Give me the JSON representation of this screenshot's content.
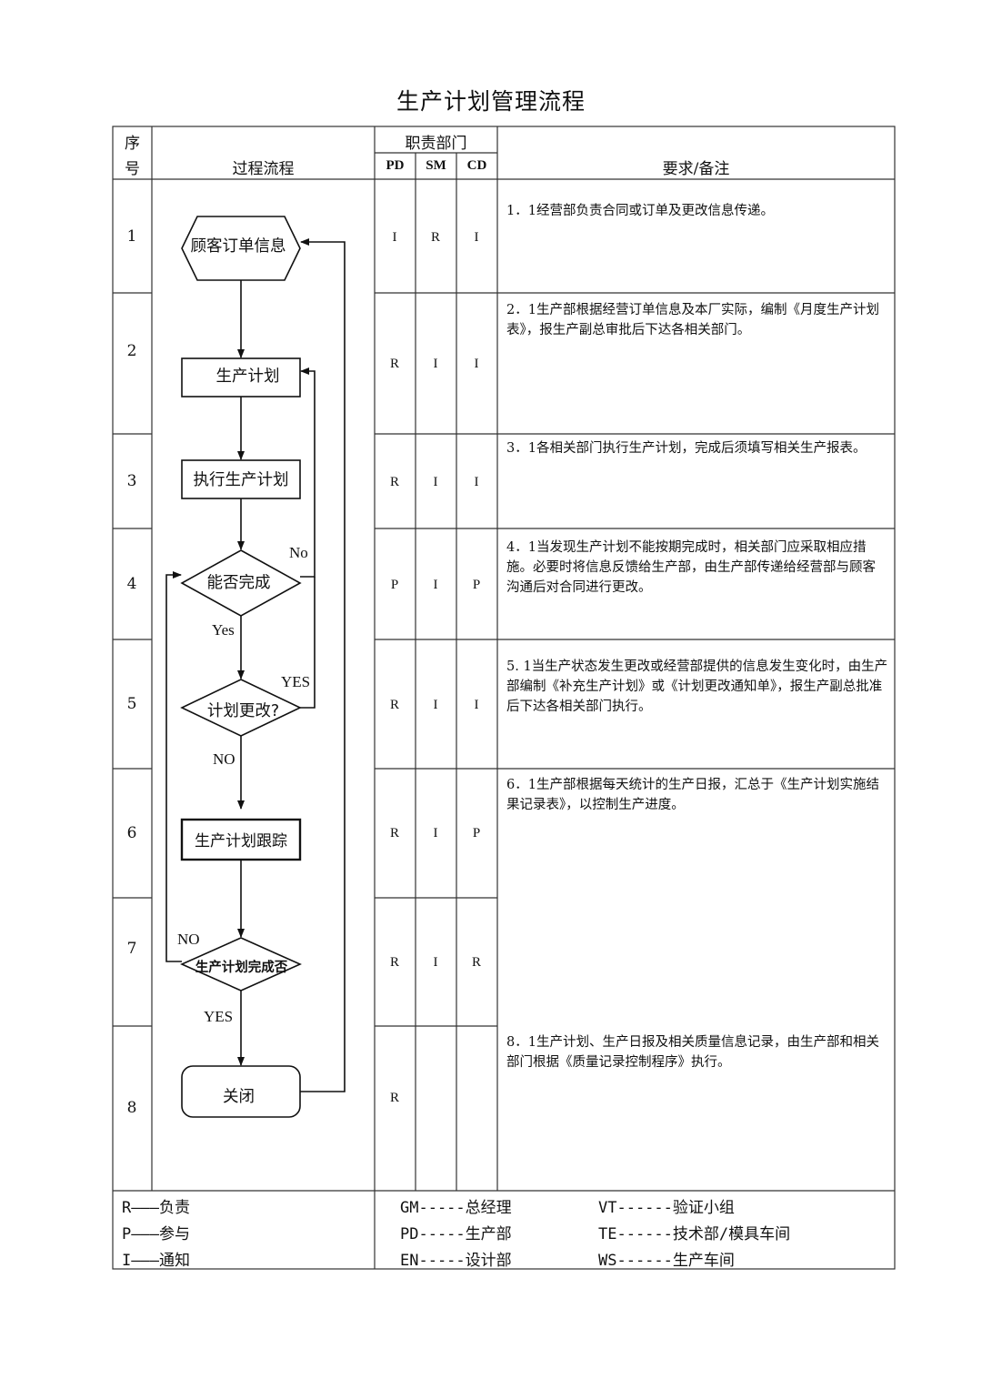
{
  "title": "生产计划管理流程",
  "header": {
    "seq_line1": "序",
    "seq_line2": "号",
    "process": "过程流程",
    "dept": "职责部门",
    "pd": "PD",
    "sm": "SM",
    "cd": "CD",
    "notes": "要求/备注"
  },
  "rows": [
    {
      "num": "1",
      "pd": "I",
      "sm": "R",
      "cd": "I",
      "note": "1．1经营部负责合同或订单及更改信息传递。"
    },
    {
      "num": "2",
      "pd": "R",
      "sm": "I",
      "cd": "I",
      "note": "2．1生产部根据经营订单信息及本厂实际，编制《月度生产计划表》，报生产副总审批后下达各相关部门。"
    },
    {
      "num": "3",
      "pd": "R",
      "sm": "I",
      "cd": "I",
      "note": "3．1各相关部门执行生产计划，完成后须填写相关生产报表。"
    },
    {
      "num": "4",
      "pd": "P",
      "sm": "I",
      "cd": "P",
      "note": "4．1当发现生产计划不能按期完成时，相关部门应采取相应措施。必要时将信息反馈给生产部，由生产部传递给经营部与顾客沟通后对合同进行更改。"
    },
    {
      "num": "5",
      "pd": "R",
      "sm": "I",
      "cd": "I",
      "note": "5. 1当生产状态发生更改或经营部提供的信息发生变化时，由生产部编制《补充生产计划》或《计划更改通知单》，报生产副总批准后下达各相关部门执行。"
    },
    {
      "num": "6",
      "pd": "R",
      "sm": "I",
      "cd": "P",
      "note": "6．1生产部根据每天统计的生产日报，汇总于《生产计划实施结果记录表》，以控制生产进度。"
    },
    {
      "num": "7",
      "pd": "R",
      "sm": "I",
      "cd": "R",
      "note": ""
    },
    {
      "num": "8",
      "pd": "R",
      "sm": "",
      "cd": "",
      "note": "8．1生产计划、生产日报及相关质量信息记录，由生产部和相关部门根据《质量记录控制程序》执行。"
    }
  ],
  "flow": {
    "customer_order": "顾客订单信息",
    "production_plan": "生产计划",
    "execute_plan": "执行生产计划",
    "can_complete": "能否完成",
    "plan_change": "计划更改?",
    "plan_tracking": "生产计划跟踪",
    "plan_done": "生产计划完成否",
    "close": "关闭",
    "label_no_1": "No",
    "label_yes_1": "Yes",
    "label_yes_2": "YES",
    "label_no_2": "NO",
    "label_no_3": "NO",
    "label_yes_3": "YES"
  },
  "legend": {
    "col1": [
      "R———负责",
      "P———参与",
      "I———通知"
    ],
    "col2": [
      "GM-----总经理",
      "PD-----生产部",
      "EN-----设计部"
    ],
    "col3": [
      "VT------验证小组",
      "TE------技术部/模具车间",
      "WS------生产车间"
    ]
  }
}
